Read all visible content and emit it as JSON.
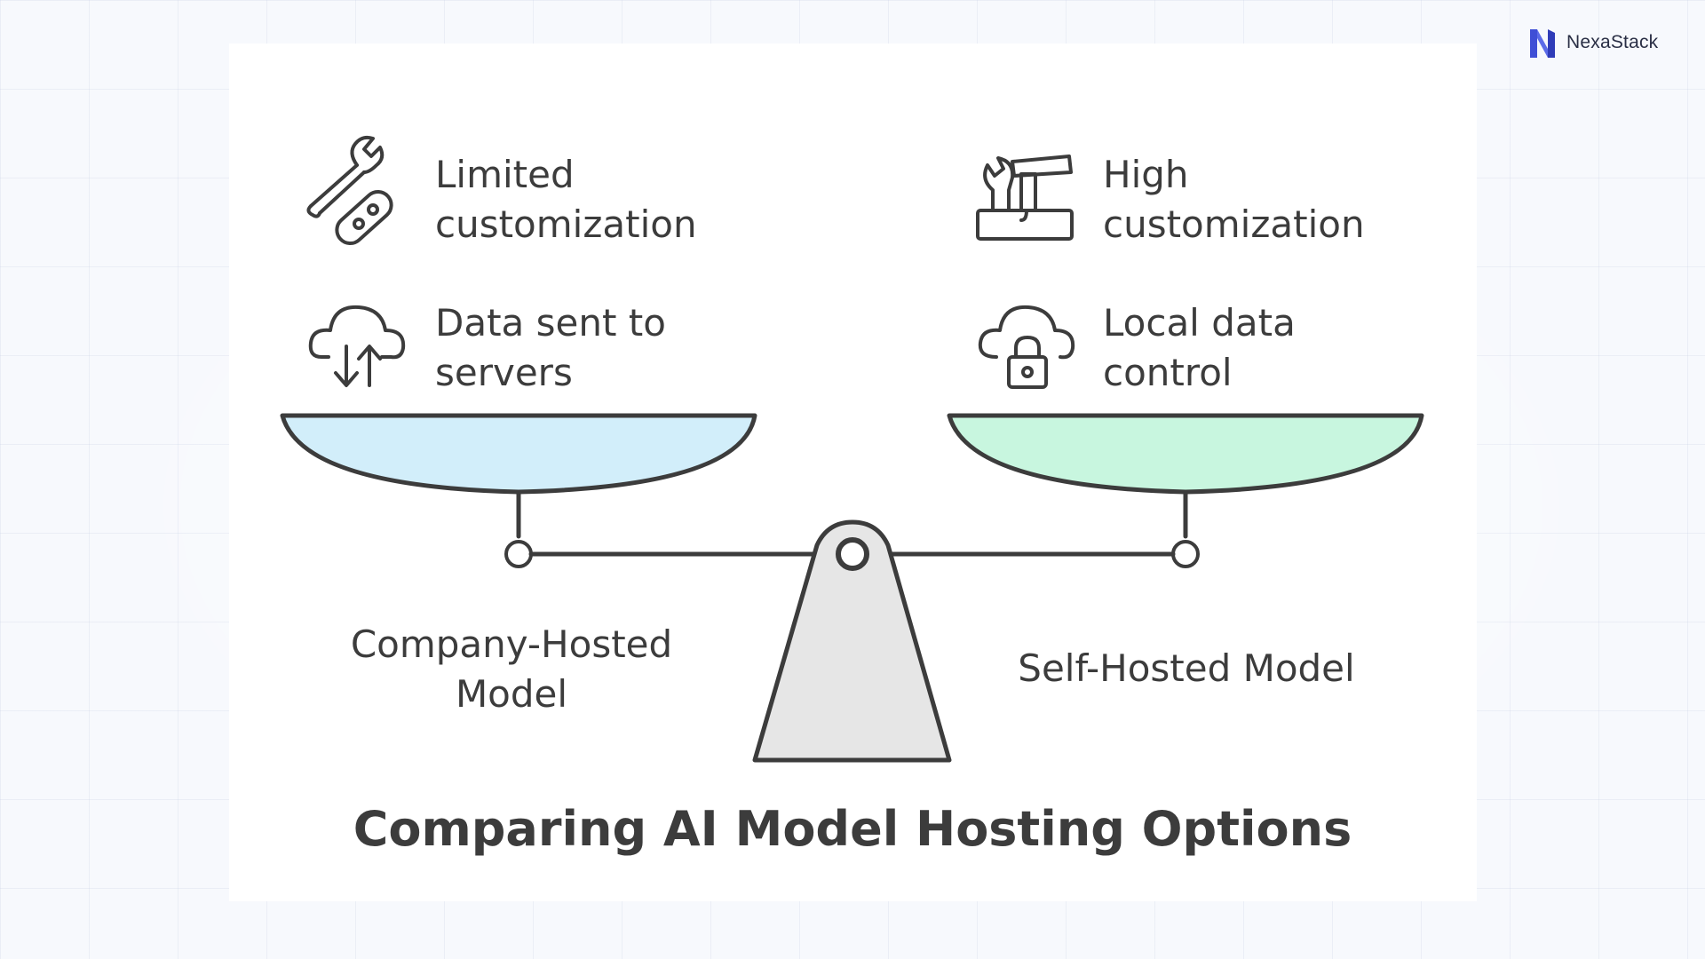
{
  "brand": {
    "name": "NexaStack",
    "logo_icon": "nexastack-logo-icon",
    "accent": "#3f4fd6"
  },
  "diagram": {
    "title": "Comparing AI Model Hosting Options",
    "left": {
      "feature_1": {
        "line1": "Limited",
        "line2": "customization",
        "icon": "wrench-and-tool-icon"
      },
      "feature_2": {
        "line1": "Data sent to",
        "line2": "servers",
        "icon": "cloud-transfer-icon"
      },
      "label": {
        "line1": "Company-Hosted",
        "line2": "Model"
      },
      "pan_color": "#d2eefa"
    },
    "right": {
      "feature_1": {
        "line1": "High",
        "line2": "customization",
        "icon": "toolbox-icon"
      },
      "feature_2": {
        "line1": "Local data",
        "line2": "control",
        "icon": "cloud-lock-icon"
      },
      "label": {
        "text": "Self-Hosted Model"
      },
      "pan_color": "#c8f6df"
    },
    "fulcrum_color": "#e6e6e6"
  }
}
